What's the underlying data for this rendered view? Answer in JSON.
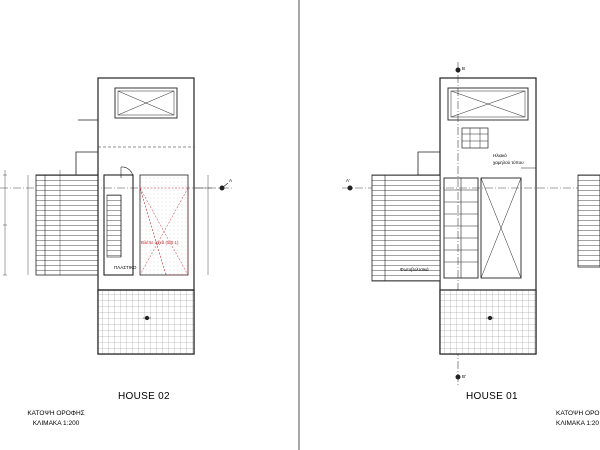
{
  "sheets": [
    {
      "title": "HOUSE 02",
      "caption_line1": "ΚΑΤΟΨΗ ΟΡΟΦΗΣ",
      "caption_line2": "ΚΛΙΜΑΚΑ 1:200",
      "room_label": "ΠΛΑΣΤΙΚΟ",
      "red_note": "Βλέπε σχεδ (5/0.1)"
    },
    {
      "title": "HOUSE 01",
      "caption_line1": "ΚΑΤΟΨΗ ΟΡΟΦΗΣ",
      "caption_line2": "ΚΛΙΜΑΚΑ 1:20",
      "callout_1": "Ηλιακό",
      "callout_2": "χαμηλού τύπου",
      "callout_3": "Φωτοβολταϊκά"
    }
  ],
  "markers": {
    "section_a_right": "A",
    "section_a_left": "A'",
    "section_b_top": "B",
    "section_b_bottom": "B'"
  },
  "colors": {
    "line": "#222222",
    "grid": "#777777",
    "accent": "#c0282e"
  }
}
